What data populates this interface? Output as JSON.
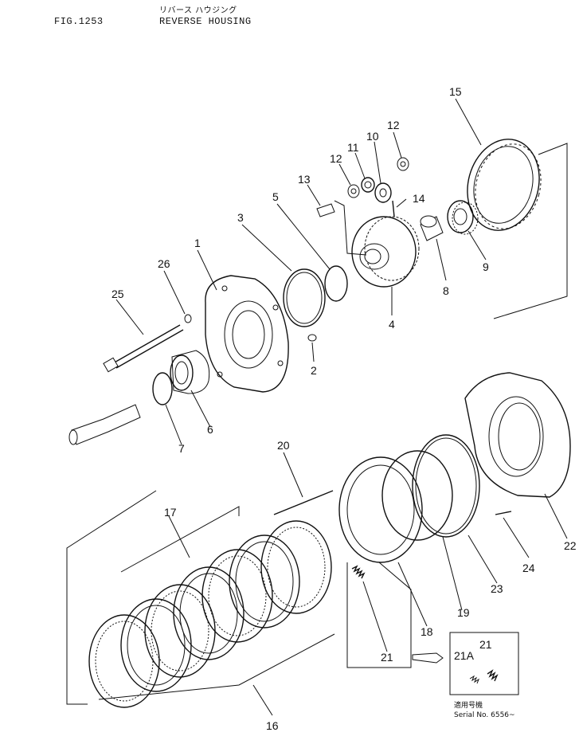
{
  "header": {
    "fig_number": "FIG.1253",
    "title_jp": "リバース ハウジング",
    "title_en": "REVERSE HOUSING"
  },
  "callouts": [
    "1",
    "2",
    "3",
    "4",
    "5",
    "6",
    "7",
    "8",
    "9",
    "10",
    "11",
    "12",
    "12",
    "13",
    "14",
    "15",
    "16",
    "17",
    "18",
    "19",
    "20",
    "21",
    "21",
    "21A",
    "22",
    "23",
    "24",
    "25",
    "26"
  ],
  "serial_note": {
    "jp": "適用号機",
    "serial": "Serial No. 6556~"
  }
}
